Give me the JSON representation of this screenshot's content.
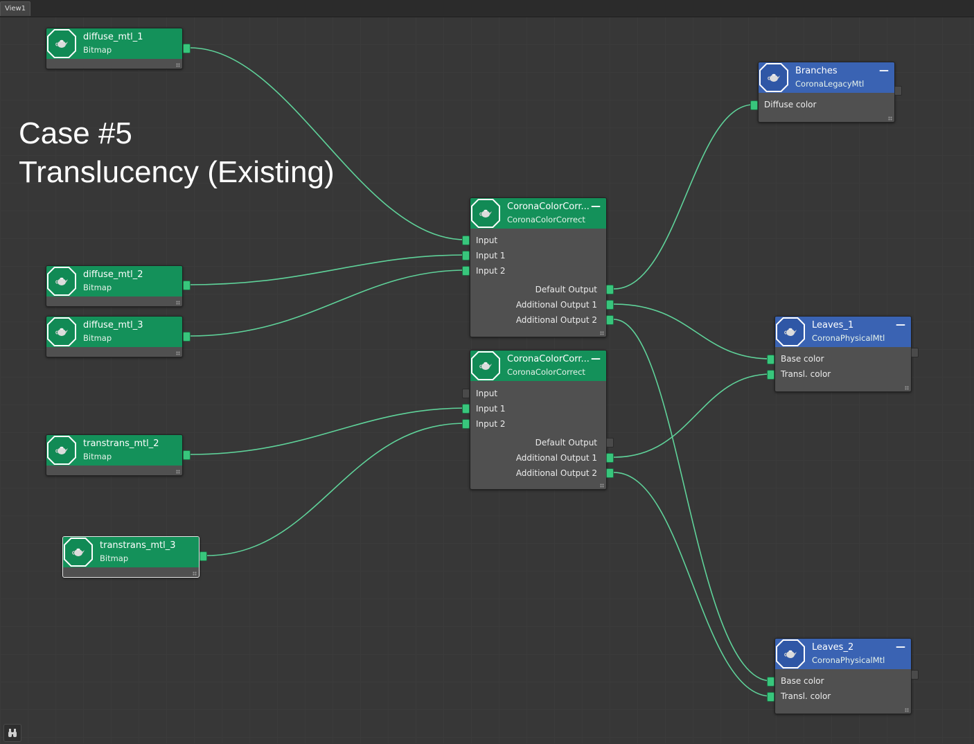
{
  "tab": {
    "label": "View1"
  },
  "annotation": {
    "text": "Case #5\nTranslucency (Existing)"
  },
  "wire_color": "#5fd39a",
  "nodes": {
    "diffuse_mtl_1": {
      "title": "diffuse_mtl_1",
      "subtitle": "Bitmap"
    },
    "diffuse_mtl_2": {
      "title": "diffuse_mtl_2",
      "subtitle": "Bitmap"
    },
    "diffuse_mtl_3": {
      "title": "diffuse_mtl_3",
      "subtitle": "Bitmap"
    },
    "transtrans_mtl_2": {
      "title": "transtrans_mtl_2",
      "subtitle": "Bitmap"
    },
    "transtrans_mtl_3": {
      "title": "transtrans_mtl_3",
      "subtitle": "Bitmap"
    },
    "cc1": {
      "title": "CoronaColorCorr...",
      "subtitle": "CoronaColorCorrect",
      "inputs": [
        "Input",
        "Input 1",
        "Input 2"
      ],
      "outputs": [
        "Default Output",
        "Additional Output 1",
        "Additional Output 2"
      ]
    },
    "cc2": {
      "title": "CoronaColorCorr...",
      "subtitle": "CoronaColorCorrect",
      "inputs": [
        "Input",
        "Input 1",
        "Input 2"
      ],
      "outputs": [
        "Default Output",
        "Additional Output 1",
        "Additional Output 2"
      ]
    },
    "branches": {
      "title": "Branches",
      "subtitle": "CoronaLegacyMtl",
      "inputs": [
        "Diffuse color"
      ]
    },
    "leaves_1": {
      "title": "Leaves_1",
      "subtitle": "CoronaPhysicalMtl",
      "inputs": [
        "Base color",
        "Transl. color"
      ]
    },
    "leaves_2": {
      "title": "Leaves_2",
      "subtitle": "CoronaPhysicalMtl",
      "inputs": [
        "Base color",
        "Transl. color"
      ]
    }
  },
  "minimize_glyph": "—",
  "corner_button_icon": "binoculars-icon"
}
